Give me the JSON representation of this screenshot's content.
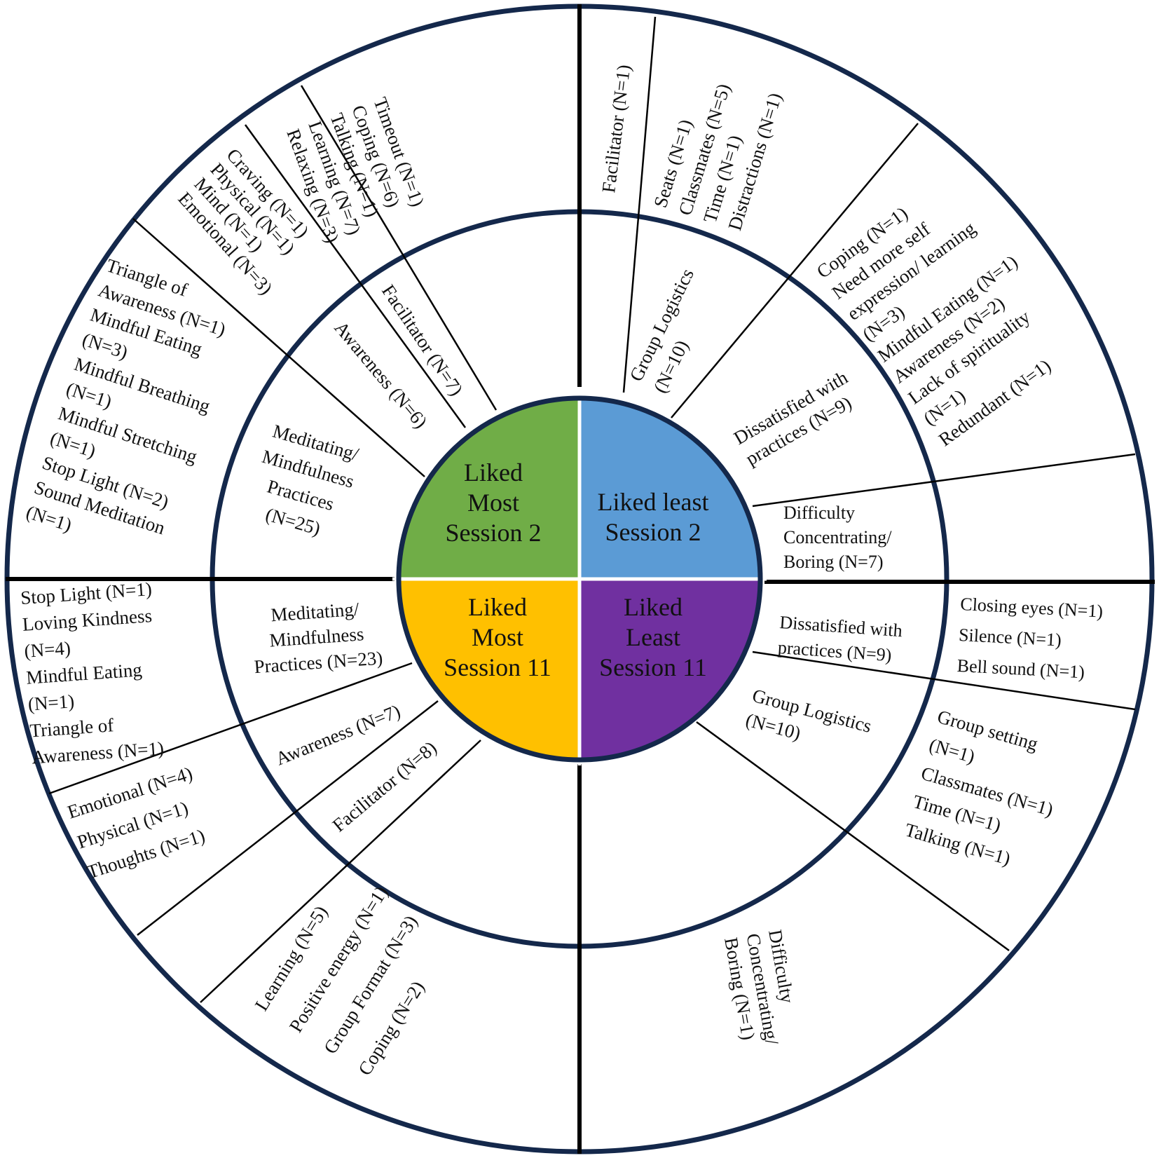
{
  "colors": {
    "ring": "#14284b",
    "liked_most_s2": "#70ad47",
    "liked_least_s2": "#5b9bd5",
    "liked_most_s11": "#ffc000",
    "liked_least_s11": "#7030a0"
  },
  "center": {
    "liked_most_s2": [
      "Liked",
      "Most",
      "Session 2"
    ],
    "liked_least_s2": [
      "Liked least",
      "Session 2"
    ],
    "liked_most_s11": [
      "Liked",
      "Most",
      "Session 11"
    ],
    "liked_least_s11": [
      "Liked",
      "Least",
      "Session 11"
    ]
  },
  "middle": {
    "s2_meditating": [
      "Meditating/",
      "Mindfulness",
      "Practices",
      "(N=25)"
    ],
    "s2_awareness": [
      "Awareness (N=6)"
    ],
    "s2_facilitator": [
      "Facilitator (N=7)"
    ],
    "s2_group_logistics": [
      "Group Logistics",
      "(N=10)"
    ],
    "s2_dissatisfied": [
      "Dissatisfied with",
      "practices (N=9)"
    ],
    "s2_difficulty": [
      "Difficulty",
      "Concentrating/",
      "Boring (N=7)"
    ],
    "s11_meditating": [
      "Meditating/",
      "Mindfulness",
      "Practices (N=23)"
    ],
    "s11_awareness": [
      "Awareness (N=7)"
    ],
    "s11_facilitator": [
      "Facilitator (N=8)"
    ],
    "s11_dissatisfied": [
      "Dissatisfied with",
      "practices (N=9)"
    ],
    "s11_group_logistics": [
      "Group Logistics",
      "(N=10)"
    ]
  },
  "outer": {
    "s2_practices": [
      "Triangle of",
      "Awareness (N=1)",
      "Mindful Eating",
      "(N=3)",
      "Mindful Breathing",
      "(N=1)",
      "Mindful Stretching",
      "(N=1)",
      "Stop Light (N=2)",
      "Sound Meditation",
      "(N=1)"
    ],
    "s2_awareness": [
      "Craving (N=1)",
      "Physical (N=1)",
      "Mind (N=1)",
      "Emotional (N=3)"
    ],
    "s2_facilitator": [
      "Timeout (N=1)",
      "Coping (N=6)",
      "Talking (N=1)",
      "Learning (N=7)",
      "Relaxing (N=3)"
    ],
    "s2_facilitator_least": [
      "Facilitator (N=1)"
    ],
    "s2_logistics": [
      "Seats (N=1)",
      "Classmates (N=5)",
      "Time (N=1)",
      "Distractions (N=1)"
    ],
    "s2_dissatisfied": [
      "Coping (N=1)",
      "Need more self",
      "expression/ learning",
      "(N=3)",
      "Mindful Eating (N=1)",
      "Awareness (N=2)",
      "Lack of spirituality",
      "(N=1)",
      "Redundant (N=1)"
    ],
    "s11_practices": [
      "Stop Light (N=1)",
      "Loving Kindness",
      "(N=4)",
      "Mindful Eating",
      "(N=1)",
      "Triangle of",
      "Awareness (N=1)"
    ],
    "s11_awareness": [
      "Emotional (N=4)",
      "Physical (N=1)",
      "Thoughts (N=1)"
    ],
    "s11_facilitator": [
      "Learning (N=5)",
      "Positive energy (N=1)",
      "Group Format (N=3)",
      "Coping (N=2)"
    ],
    "s11_difficulty": [
      "Difficulty",
      "Concentrating/",
      "Boring (N=1)"
    ],
    "s11_logistics": [
      "Group setting",
      "(N=1)",
      "Classmates (N=1)",
      "Time (N=1)",
      "Talking (N=1)"
    ],
    "s11_dissatisfied": [
      "Closing eyes (N=1)",
      "Silence (N=1)",
      "Bell sound (N=1)"
    ]
  }
}
